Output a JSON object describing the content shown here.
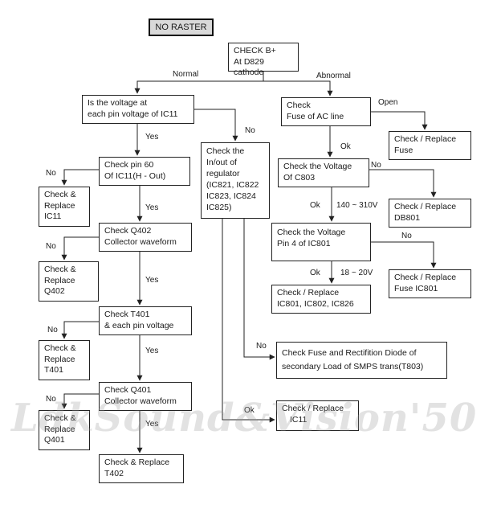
{
  "title": "NO RASTER",
  "boxes": {
    "check_b": [
      "CHECK B+",
      "At D829 cathode"
    ],
    "is_voltage": [
      "Is the voltage at",
      "each pin voltage of IC11"
    ],
    "check_fuse_ac": [
      "Check",
      "Fuse of AC line"
    ],
    "replace_fuse": [
      "Check / Replace",
      "Fuse"
    ],
    "check_pin60": [
      "Check pin 60",
      "Of IC11(H - Out)"
    ],
    "replace_ic11": [
      "Check &",
      "Replace",
      "IC11"
    ],
    "check_regulator": [
      "Check the",
      "In/out of",
      "regulator",
      "(IC821, IC822",
      "IC823, IC824",
      "IC825)"
    ],
    "check_c803": [
      "Check the Voltage",
      "Of C803"
    ],
    "replace_db801": [
      "Check / Replace",
      "DB801"
    ],
    "check_q402": [
      "Check Q402",
      "Collector waveform"
    ],
    "replace_q402": [
      "Check &",
      "Replace",
      "Q402"
    ],
    "check_pin4": [
      "Check the Voltage",
      "Pin 4 of IC801"
    ],
    "replace_fuse_ic801": [
      "Check / Replace",
      "Fuse IC801"
    ],
    "replace_ic801": [
      "Check / Replace",
      "IC801, IC802, IC826"
    ],
    "check_t401": [
      "Check T401",
      "& each pin voltage"
    ],
    "replace_t401": [
      "Check &",
      "Replace",
      "T401"
    ],
    "check_fuse_diode": [
      "Check Fuse and Rectifition Diode of",
      "secondary Load of SMPS trans(T803)"
    ],
    "check_q401": [
      "Check Q401",
      "Collector waveform"
    ],
    "replace_q401": [
      "Check &",
      "Replace",
      "Q401"
    ],
    "replace_ic11b": [
      "Check / Replace",
      "IC11"
    ],
    "replace_t402": [
      "Check & Replace",
      "T402"
    ]
  },
  "labels": {
    "normal": "Normal",
    "abnormal": "Abnormal",
    "open": "Open",
    "ok1": "Ok",
    "no_reg": "No",
    "yes1": "Yes",
    "no_pin60": "No",
    "no_c803": "No",
    "yes2": "Yes",
    "ok2": "Ok",
    "range1": "140 ~ 310V",
    "no_q402": "No",
    "no_pin4": "No",
    "yes3": "Yes",
    "ok3": "Ok",
    "range2": "18 ~ 20V",
    "no_t401": "No",
    "yes4": "Yes",
    "no_fuse": "No",
    "no_q401": "No",
    "yes5": "Yes",
    "ok4": "Ok"
  },
  "watermark": "LdkSound&Vision'50"
}
